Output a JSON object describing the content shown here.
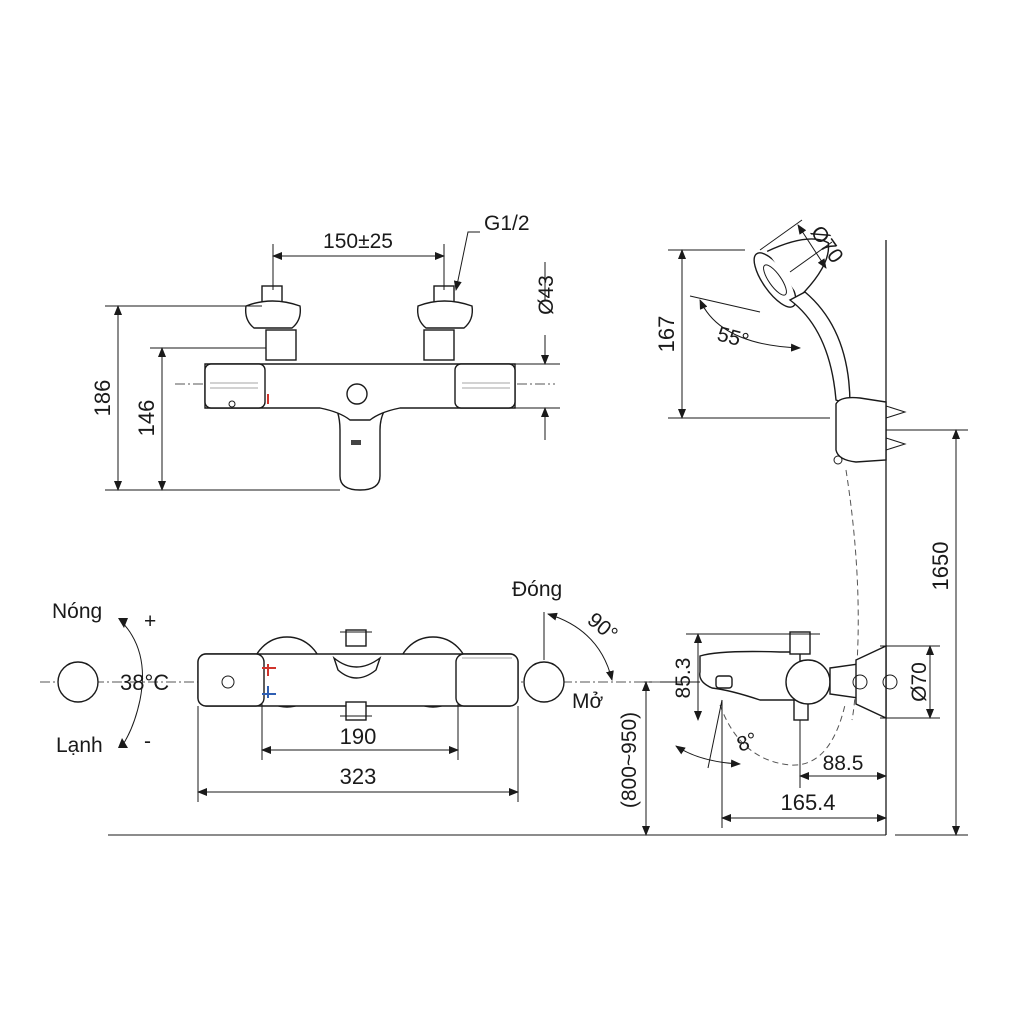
{
  "dimensions": {
    "d150": "150±25",
    "g12": "G1/2",
    "d43": "Ø43",
    "d186": "186",
    "d146": "146",
    "d167": "167",
    "d55": "55°",
    "d70_head": "Ø70",
    "d1650": "1650",
    "d190": "190",
    "d323": "323",
    "d853": "85.3",
    "d800": "(800~950)",
    "d8": "8°",
    "d885": "88.5",
    "d1654": "165.4",
    "d70_flange": "Ø70",
    "d90": "90°"
  },
  "labels": {
    "hot": "Nóng",
    "cold": "Lạnh",
    "temp": "38°C",
    "plus": "+",
    "minus": "-",
    "closed": "Đóng",
    "open": "Mở"
  },
  "colors": {
    "hot_marker": "#d0342c",
    "cold_marker": "#2f5fb3"
  }
}
